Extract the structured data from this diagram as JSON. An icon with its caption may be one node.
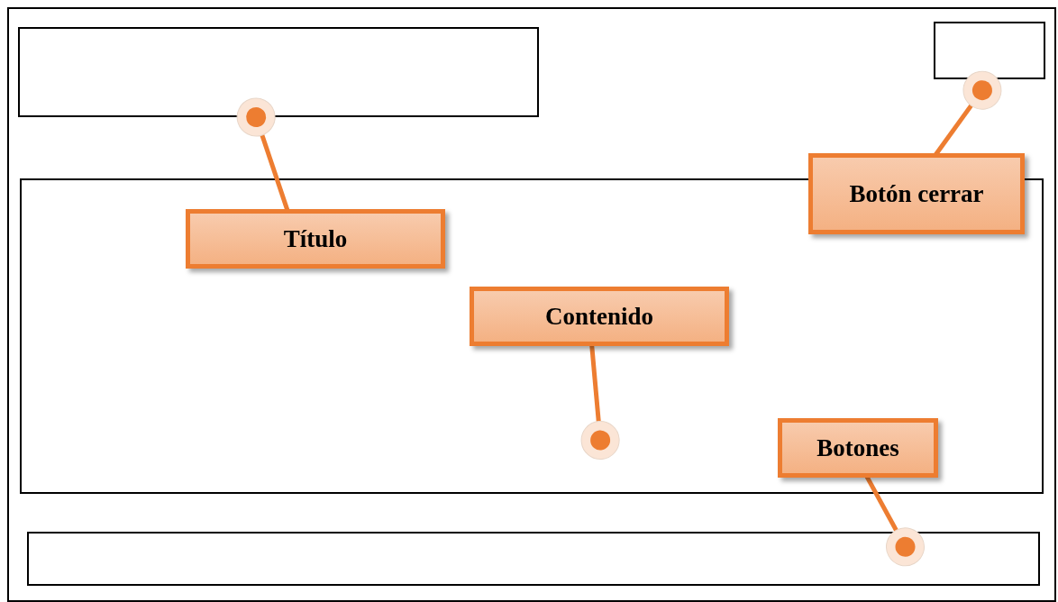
{
  "diagram": {
    "nodes": [
      {
        "text": [],
        "shape": "box"
      },
      {
        "text": [],
        "shape": "box",
        "in": 0
      },
      {
        "text": [],
        "shape": "box",
        "in": 0
      },
      {
        "text": [
          "Botón cerrar"
        ],
        "in": 0
      },
      {
        "text": [],
        "shape": "box",
        "in": 0
      },
      {
        "text": [
          "Título"
        ],
        "in": 4
      },
      {
        "text": [
          "Contenido"
        ],
        "in": 4
      },
      {
        "text": [
          "Botones"
        ],
        "in": 4
      },
      {
        "text": [],
        "shape": "box",
        "in": 0
      }
    ],
    "edges": [
      {
        "from": 5,
        "to": 1,
        "arrow": "other"
      },
      {
        "from": 3,
        "to": 2,
        "arrow": "other"
      },
      {
        "from": 6,
        "to": 4,
        "arrow": "other"
      },
      {
        "from": 7,
        "to": 8,
        "arrow": "other"
      }
    ]
  }
}
